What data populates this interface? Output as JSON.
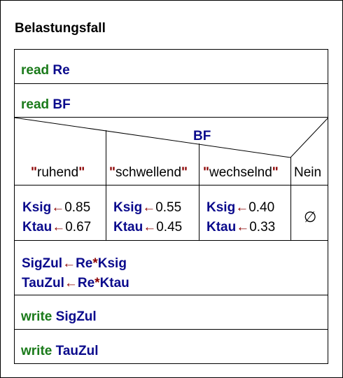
{
  "title": "Belastungsfall",
  "statements": {
    "read1": {
      "keyword": "read",
      "var": "Re"
    },
    "read2": {
      "keyword": "read",
      "var": "BF"
    }
  },
  "case": {
    "selector": "BF",
    "branches": [
      {
        "label": "ruhend",
        "ksig": "0.85",
        "ktau": "0.67"
      },
      {
        "label": "schwellend",
        "ksig": "0.55",
        "ktau": "0.45"
      },
      {
        "label": "wechselnd",
        "ksig": "0.40",
        "ktau": "0.33"
      }
    ],
    "default": {
      "label": "Nein",
      "body": "∅"
    },
    "ksig_var": "Ksig",
    "ktau_var": "Ktau",
    "assign_arrow": "←",
    "quote": "\""
  },
  "assign": {
    "line1": {
      "target": "SigZul",
      "arrow": "←",
      "a": "Re",
      "op": "*",
      "b": "Ksig"
    },
    "line2": {
      "target": "TauZul",
      "arrow": "←",
      "a": "Re",
      "op": "*",
      "b": "Ktau"
    }
  },
  "writes": {
    "write1": {
      "keyword": "write",
      "var": "SigZul"
    },
    "write2": {
      "keyword": "write",
      "var": "TauZul"
    }
  }
}
